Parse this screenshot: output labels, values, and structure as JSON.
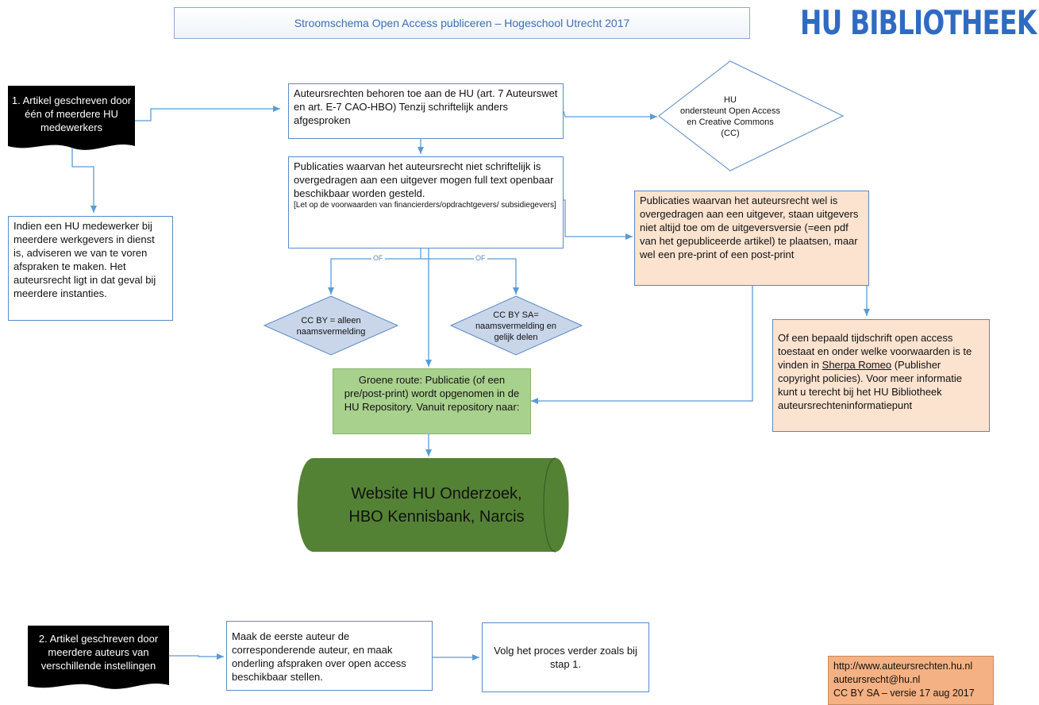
{
  "header": {
    "title": "Stroomschema Open Access publiceren – Hogeschool Utrecht 2017",
    "logo": "HU BIBLIOTHEEK"
  },
  "step1": "1. Artikel geschreven door één of meerdere HU medewerkers",
  "copyright_box": "Auteursrechten behoren toe aan de HU (art. 7 Auteurswet en art. E-7 CAO-HBO) Tenzij schriftelijk anders afgesproken",
  "hu_diamond": {
    "line1": "HU",
    "line2": "ondersteunt Open Access en Creative Commons (CC)"
  },
  "multi_employer_box": "Indien een HU medewerker bij meerdere werkgevers in dienst is,  adviseren we van te voren afspraken te maken. Het auteursrecht ligt in dat geval bij meerdere instanties.",
  "not_transferred_box": {
    "text": "Publicaties waarvan het auteursrecht niet schriftelijk is overgedragen aan een uitgever mogen full text openbaar beschikbaar worden gesteld.",
    "note": "[Let op de voorwaarden van financierders/opdrachtgevers/ subsidiegevers]"
  },
  "transferred_box": "Publicaties waarvan het auteursrecht wel is overgedragen aan een uitgever, staan uitgevers niet altijd toe om de uitgeversversie (=een pdf van het gepubliceerde artikel) te plaatsen, maar wel een pre-print of een post-print",
  "or_labels": {
    "left": "OF",
    "right": "OF"
  },
  "cc_by": "CC BY = alleen naamsvermelding",
  "cc_by_sa": "CC BY SA= naamsvermelding en gelijk delen",
  "sherpa_box": {
    "before": "Of een bepaald tijdschrift open access toestaat en onder welke voorwaarden is te vinden in ",
    "link": "Sherpa Romeo",
    "after": " (Publisher copyright policies). Voor meer informatie kunt u terecht bij het HU Bibliotheek auteursrechteninformatiepunt"
  },
  "green_route": "Groene route: Publicatie (of een pre/post-print)  wordt opgenomen in de HU Repository. Vanuit repository naar:",
  "destinations": {
    "line1": "Website HU Onderzoek,",
    "line2": "HBO Kennisbank, Narcis"
  },
  "step2": "2. Artikel geschreven door meerdere auteurs van verschillende instellingen",
  "corresponding_box": "Maak de eerste auteur de corresponderende auteur, en maak onderling afspraken over open access beschikbaar stellen.",
  "follow_box": "Volg het proces verder zoals bij stap 1.",
  "footer": {
    "url": "http://www.auteursrechten.hu.nl",
    "email": "auteursrecht@hu.nl",
    "license": "CC BY SA – versie 17 aug 2017"
  },
  "colors": {
    "line": "#5b9bd5",
    "green_box": "#a9d18e",
    "cylinder": "#548235",
    "peach": "#fbe3d0",
    "orange": "#f4b183",
    "diamond": "#c9d6ea",
    "logo": "#2f6bc2"
  }
}
